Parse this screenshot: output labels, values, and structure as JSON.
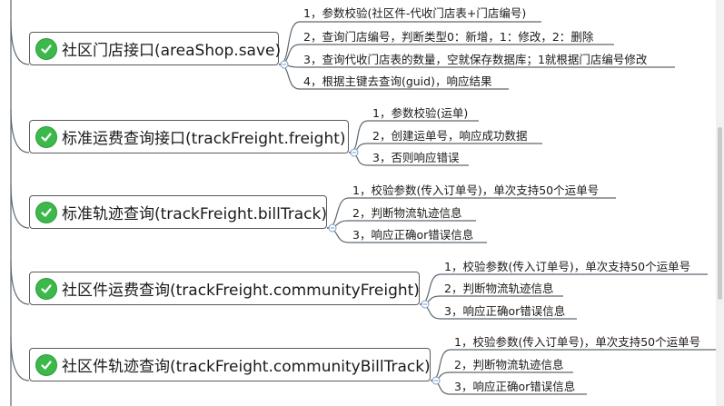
{
  "branches": [
    {
      "title": "社区门店接口(areaShop.save)",
      "leaves": [
        "1，参数校验(社区件-代收门店表+门店编号)",
        "2，查询门店编号，判断类型0：新增，1：修改，2：删除",
        "3，查询代收门店表的数量，空就保存数据库；1就根据门店编号修改",
        "4，根据主键去查询(guid)，响应结果"
      ]
    },
    {
      "title": "标准运费查询接口(trackFreight.freight)",
      "leaves": [
        "1，参数校验(运单)",
        "2，创建运单号，响应成功数据",
        "3，否则响应错误"
      ]
    },
    {
      "title": "标准轨迹查询(trackFreight.billTrack)",
      "leaves": [
        "1，校验参数(传入订单号)，单次支持50个运单号",
        "2，判断物流轨迹信息",
        "3，响应正确or错误信息"
      ]
    },
    {
      "title": "社区件运费查询(trackFreight.communityFreight)",
      "leaves": [
        "1，校验参数(传入订单号)，单次支持50个运单号",
        "2，判断物流轨迹信息",
        "3，响应正确or错误信息"
      ]
    },
    {
      "title": "社区件轨迹查询(trackFreight.communityBillTrack)",
      "leaves": [
        "1，校验参数(传入订单号)，单次支持50个运单号",
        "2，判断物流轨迹信息",
        "3，响应正确or错误信息"
      ]
    }
  ]
}
